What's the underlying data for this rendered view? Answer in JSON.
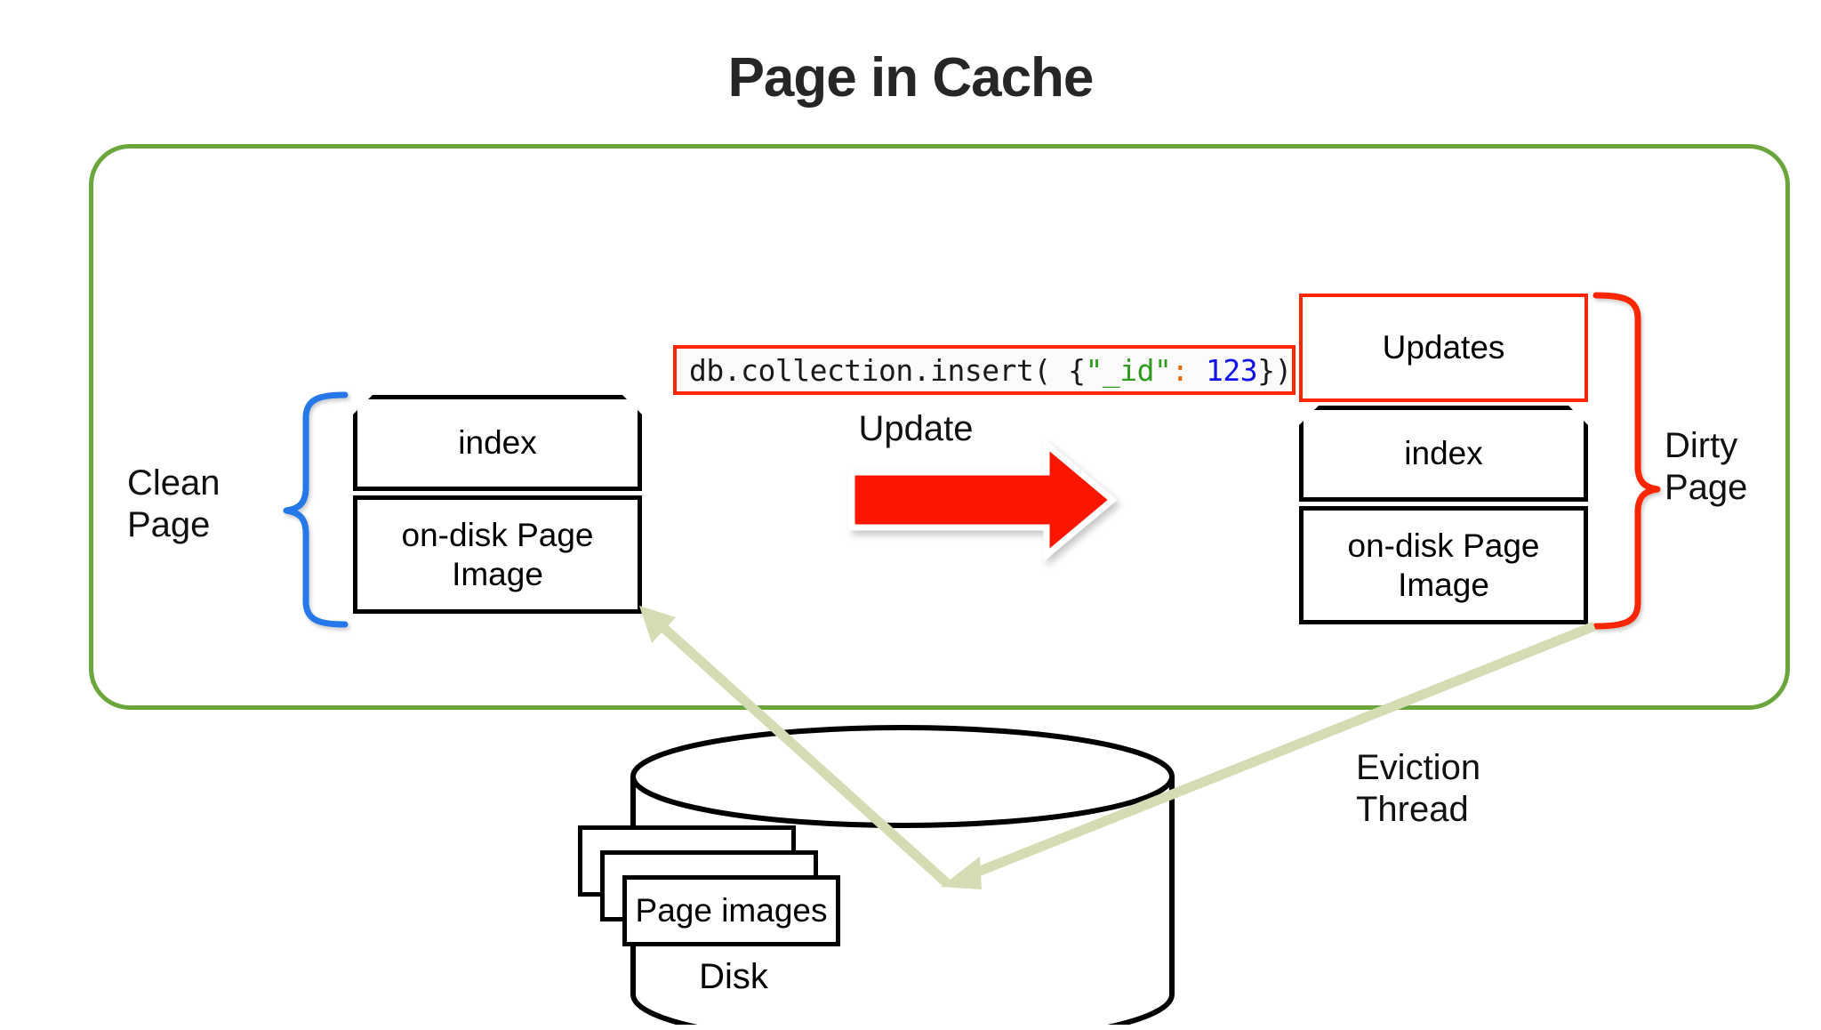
{
  "title": "Page in Cache",
  "colors": {
    "cache_border_green": "#6aa63b",
    "dirty_red": "#fa2600",
    "clean_blue": "#2878e8",
    "arrow_red": "#fa1800",
    "eviction_arrow_green": "#d4dcb4",
    "code_key_green": "#2e9b1e",
    "code_colon_orange": "#e06a00",
    "code_number_blue": "#1212e8",
    "text_black": "#000000"
  },
  "clean_page": {
    "label": "Clean\nPage",
    "label_line1": "Clean",
    "label_line2": "Page",
    "index_label": "index",
    "image_label_line1": "on-disk Page",
    "image_label_line2": "Image"
  },
  "dirty_page": {
    "label_line1": "Dirty",
    "label_line2": "Page",
    "updates_label": "Updates",
    "index_label": "index",
    "image_label_line1": "on-disk Page",
    "image_label_line2": "Image"
  },
  "code": {
    "prefix": "db.collection.insert( {",
    "key": "\"_id\"",
    "colon": ":",
    "number": " 123",
    "suffix": "})"
  },
  "transition": {
    "arrow_label": "Update"
  },
  "eviction": {
    "label_line1": "Eviction",
    "label_line2": "Thread"
  },
  "disk": {
    "page_images_label": "Page images",
    "disk_label": "Disk"
  }
}
